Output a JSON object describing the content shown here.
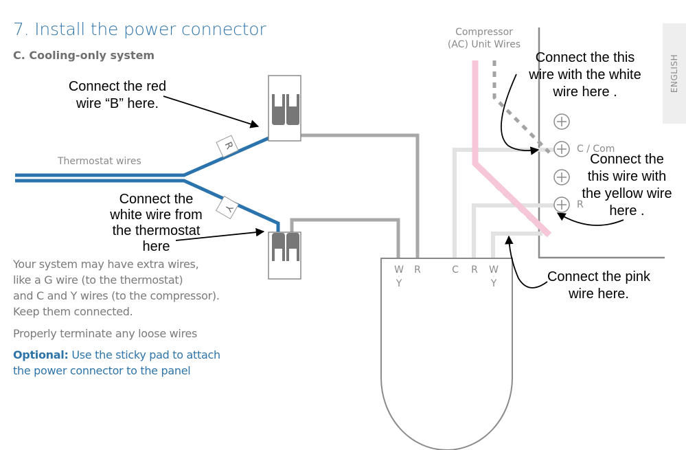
{
  "header": {
    "title": "7. Install the power connector",
    "subtitle": "C. Cooling-only system"
  },
  "language_tab": {
    "label": "ENGLISH"
  },
  "diagram": {
    "thermostat_wires_label": "Thermostat wires",
    "wire_tags": [
      "R",
      "Y"
    ],
    "compressor_label_line1": "Compressor",
    "compressor_label_line2": "(AC) Unit Wires",
    "terminal_labels": {
      "c_com": "C / Com",
      "r": "R"
    },
    "connector_terminals": [
      {
        "top": "W",
        "bottom": "Y"
      },
      {
        "top": "R",
        "bottom": ""
      },
      {
        "top": "C",
        "bottom": ""
      },
      {
        "top": "R",
        "bottom": ""
      },
      {
        "top": "W",
        "bottom": "Y"
      }
    ],
    "colors": {
      "thermostat_wire": "#2b73ad",
      "grey_wire": "#a8a8a8",
      "light_grey_wire": "#e2e2e2",
      "pink_wire": "#f6c7d8",
      "outline": "#8a8a8a",
      "connector_fill": "#777777"
    }
  },
  "annotations": {
    "red_wire": [
      "Connect the red",
      "wire “B” here."
    ],
    "white_wire_thermostat": [
      "Connect the",
      "white wire from",
      "the thermostat",
      "here"
    ],
    "white_wire_compressor": [
      "Connect the this",
      "wire with the white",
      "wire here ."
    ],
    "yellow_wire": [
      "Connect the",
      "this wire with",
      "the yellow wire",
      "here ."
    ],
    "pink_wire": [
      "Connect the pink",
      "wire here."
    ]
  },
  "notes": {
    "extra_wires": [
      "Your system may have extra wires,",
      "like a G wire (to the thermostat)",
      "and C and Y wires (to the compressor).",
      "Keep them connected."
    ],
    "terminate": "Properly terminate any loose wires",
    "optional_label": "Optional:",
    "optional_text_line1": " Use the sticky pad to attach",
    "optional_text_line2": "the power connector to the panel"
  }
}
